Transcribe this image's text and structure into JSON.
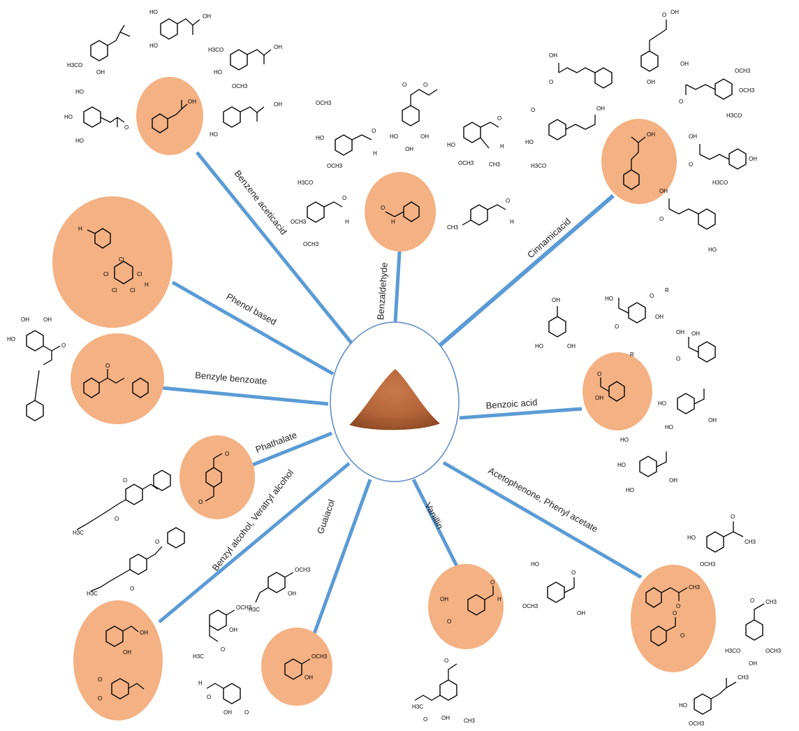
{
  "center": {
    "image": "cinnamon-powder-pile",
    "color": "#b5653a"
  },
  "colors": {
    "node_fill": "#f4b183",
    "line": "#5b9bd5",
    "center_stroke": "#5b86c0"
  },
  "branches": [
    {
      "id": "benzene-acetic-acid",
      "label": "Benzene aceticacid"
    },
    {
      "id": "benzaldehyde",
      "label": "Benzaldehyde"
    },
    {
      "id": "cinnamic-acid",
      "label": "Cinnamicacid"
    },
    {
      "id": "phenol-based",
      "label": "Phenol based"
    },
    {
      "id": "benzyle-benzoate",
      "label": "Benzyle benzoate"
    },
    {
      "id": "benzoic-acid",
      "label": "Benzoic acid"
    },
    {
      "id": "phathalate",
      "label": "Phathalate"
    },
    {
      "id": "benzyl-alcohol",
      "label": "Benzyl alcohol, Veratryl alcohol"
    },
    {
      "id": "guaiacol",
      "label": "Guaiacol"
    },
    {
      "id": "vanillin",
      "label": "Vanillin"
    },
    {
      "id": "acetophenone",
      "label": "Acetophenone, Phenyl acetate"
    }
  ],
  "atoms": {
    "oh": "OH",
    "ho": "HO",
    "o": "O",
    "h": "H",
    "cl": "Cl",
    "och3": "OCH3",
    "h3co": "H3CO",
    "h3c": "H3C",
    "ch3": "CH3",
    "r": "R"
  }
}
